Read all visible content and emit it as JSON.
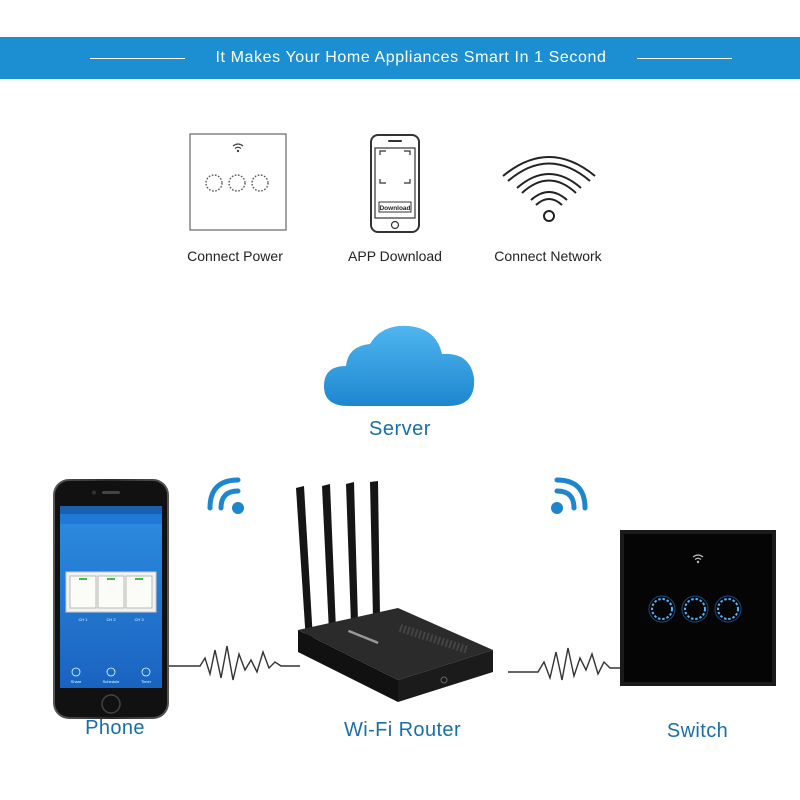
{
  "banner": {
    "title": "It Makes Your Home Appliances Smart In 1 Second",
    "color": "#1b8fd2"
  },
  "steps": [
    {
      "label": "Connect Power",
      "icon": "touch-switch-icon"
    },
    {
      "label": "APP Download",
      "icon": "phone-download-icon",
      "button_text": "Download"
    },
    {
      "label": "Connect Network",
      "icon": "wifi-icon"
    }
  ],
  "cloud": {
    "label": "Server",
    "icon": "cloud-icon",
    "color": "#2b9be0"
  },
  "devices": {
    "phone": {
      "label": "Phone",
      "channels": [
        "CH 1",
        "CH 2",
        "CH 3"
      ],
      "nav": [
        "Share",
        "Schedule",
        "Timer"
      ]
    },
    "router": {
      "label": "Wi-Fi Router"
    },
    "switch": {
      "label": "Switch"
    }
  }
}
